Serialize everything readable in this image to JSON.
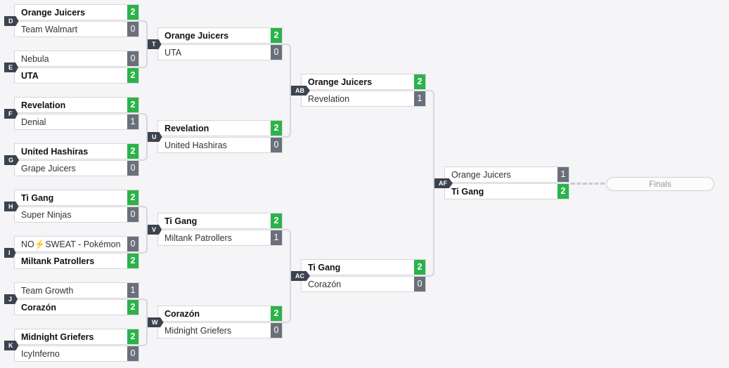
{
  "colors": {
    "win": "#2bb34b",
    "loss": "#6a7079",
    "tag": "#3b4350",
    "line": "#d6d6dc"
  },
  "finals_label": "Finals",
  "matches": [
    {
      "id": "D",
      "round": 0,
      "slot": 0,
      "teams": [
        {
          "name": "Orange Juicers",
          "score": "2",
          "win": true
        },
        {
          "name": "Team Walmart",
          "score": "0",
          "win": false
        }
      ]
    },
    {
      "id": "E",
      "round": 0,
      "slot": 1,
      "teams": [
        {
          "name": "Nebula",
          "score": "0",
          "win": false
        },
        {
          "name": "UTA",
          "score": "2",
          "win": true
        }
      ]
    },
    {
      "id": "F",
      "round": 0,
      "slot": 2,
      "teams": [
        {
          "name": "Revelation",
          "score": "2",
          "win": true
        },
        {
          "name": "Denial",
          "score": "1",
          "win": false
        }
      ]
    },
    {
      "id": "G",
      "round": 0,
      "slot": 3,
      "teams": [
        {
          "name": "United Hashiras",
          "score": "2",
          "win": true
        },
        {
          "name": "Grape Juicers",
          "score": "0",
          "win": false
        }
      ]
    },
    {
      "id": "H",
      "round": 0,
      "slot": 4,
      "teams": [
        {
          "name": "Ti Gang",
          "score": "2",
          "win": true
        },
        {
          "name": "Super Ninjas",
          "score": "0",
          "win": false
        }
      ]
    },
    {
      "id": "I",
      "round": 0,
      "slot": 5,
      "teams": [
        {
          "name": "NO⚡SWEAT - Pokémon",
          "score": "0",
          "win": false
        },
        {
          "name": "Miltank Patrollers",
          "score": "2",
          "win": true
        }
      ]
    },
    {
      "id": "J",
      "round": 0,
      "slot": 6,
      "teams": [
        {
          "name": "Team Growth",
          "score": "1",
          "win": false
        },
        {
          "name": "Corazón",
          "score": "2",
          "win": true
        }
      ]
    },
    {
      "id": "K",
      "round": 0,
      "slot": 7,
      "teams": [
        {
          "name": "Midnight Griefers",
          "score": "2",
          "win": true
        },
        {
          "name": "IcyInferno",
          "score": "0",
          "win": false
        }
      ]
    },
    {
      "id": "T",
      "round": 1,
      "slot": 0,
      "teams": [
        {
          "name": "Orange Juicers",
          "score": "2",
          "win": true
        },
        {
          "name": "UTA",
          "score": "0",
          "win": false
        }
      ]
    },
    {
      "id": "U",
      "round": 1,
      "slot": 1,
      "teams": [
        {
          "name": "Revelation",
          "score": "2",
          "win": true
        },
        {
          "name": "United Hashiras",
          "score": "0",
          "win": false
        }
      ]
    },
    {
      "id": "V",
      "round": 1,
      "slot": 2,
      "teams": [
        {
          "name": "Ti Gang",
          "score": "2",
          "win": true
        },
        {
          "name": "Miltank Patrollers",
          "score": "1",
          "win": false
        }
      ]
    },
    {
      "id": "W",
      "round": 1,
      "slot": 3,
      "teams": [
        {
          "name": "Corazón",
          "score": "2",
          "win": true
        },
        {
          "name": "Midnight Griefers",
          "score": "0",
          "win": false
        }
      ]
    },
    {
      "id": "AB",
      "round": 2,
      "slot": 0,
      "teams": [
        {
          "name": "Orange Juicers",
          "score": "2",
          "win": true
        },
        {
          "name": "Revelation",
          "score": "1",
          "win": false
        }
      ]
    },
    {
      "id": "AC",
      "round": 2,
      "slot": 1,
      "teams": [
        {
          "name": "Ti Gang",
          "score": "2",
          "win": true
        },
        {
          "name": "Corazón",
          "score": "0",
          "win": false
        }
      ]
    },
    {
      "id": "AF",
      "round": 3,
      "slot": 0,
      "teams": [
        {
          "name": "Orange Juicers",
          "score": "1",
          "win": false
        },
        {
          "name": "Ti Gang",
          "score": "2",
          "win": true
        }
      ]
    }
  ]
}
